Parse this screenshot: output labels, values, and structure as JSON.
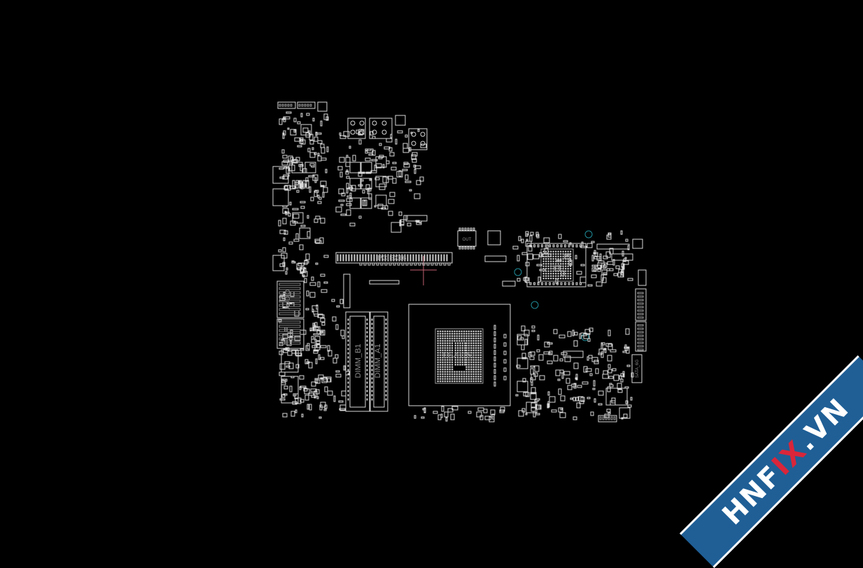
{
  "colors": {
    "background": "#000000",
    "trace": "#d9d9d9",
    "label": "#8c8c8c",
    "test_point": "#1f8c99",
    "cross": "#c06070",
    "watermark_bg": "#1f5f96",
    "watermark_x": "#d9263a"
  },
  "labels": {
    "pcie_slot": "PCIEX16",
    "cpu_socket": "LGA1151",
    "chipset": "SUS",
    "io_chip": "OUT",
    "audio": "AUDIO",
    "dimm_b1": "DIMM_B1",
    "dimm_a1": "DIMM_A1",
    "sata": "SATA_6G"
  },
  "watermark": {
    "text_prefix": "HNF",
    "text_highlight": "IX",
    "text_suffix": ".VN"
  }
}
